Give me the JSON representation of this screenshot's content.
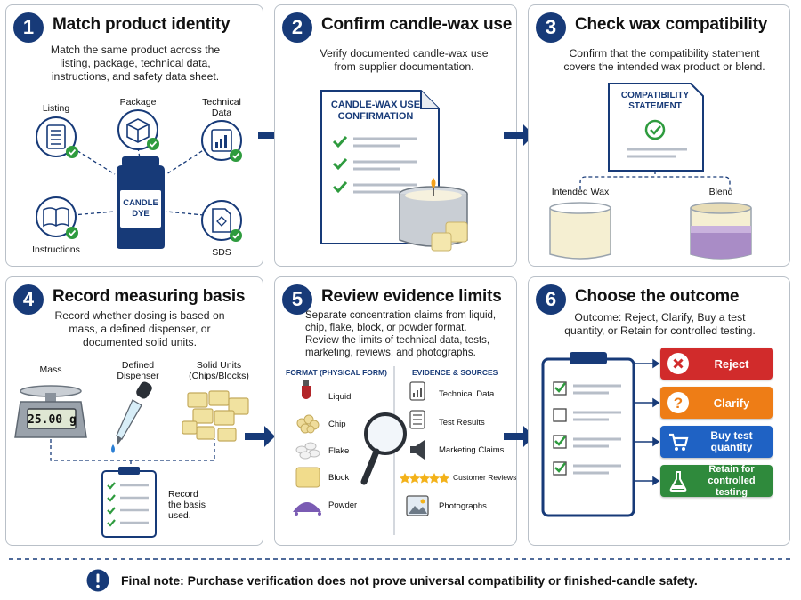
{
  "panels": [
    {
      "number": "1",
      "title": "Match product identity",
      "description": "Match the same product across the listing, package, technical data, instructions, and safety data sheet.",
      "labels": {
        "listing": "Listing",
        "package": "Package",
        "technical": "Technical\nData",
        "instructions": "Instructions",
        "sds": "SDS",
        "jar": "CANDLE\nDYE"
      }
    },
    {
      "number": "2",
      "title": "Confirm candle-wax use",
      "description": "Verify documented candle-wax use from supplier documentation.",
      "doc_title": "CANDLE-WAX USE\nCONFIRMATION"
    },
    {
      "number": "3",
      "title": "Check wax compatibility",
      "description": "Confirm that the compatibility statement covers the intended wax product or blend.",
      "doc_title": "COMPATIBILITY\nSTATEMENT",
      "left_label": "Intended Wax",
      "right_label": "Blend"
    },
    {
      "number": "4",
      "title": "Record measuring basis",
      "description": "Record whether dosing is based on mass, a defined dispenser, or documented solid units.",
      "mass": "Mass",
      "dispenser": "Defined\nDispenser",
      "solid": "Solid Units\n(Chips/Blocks)",
      "scale_reading": "25.00 g",
      "record": "Record\nthe basis\nused."
    },
    {
      "number": "5",
      "title": "Review evidence limits",
      "description": "Separate concentration claims from liquid, chip, flake, block, or powder format. Review the limits of technical data, tests, marketing, reviews, and photographs.",
      "format_header": "FORMAT (PHYSICAL FORM)",
      "evidence_header": "EVIDENCE & SOURCES",
      "formats": [
        "Liquid",
        "Chip",
        "Flake",
        "Block",
        "Powder"
      ],
      "evidence": [
        "Technical Data",
        "Test Results",
        "Marketing Claims",
        "Customer Reviews",
        "Photographs"
      ]
    },
    {
      "number": "6",
      "title": "Choose the outcome",
      "description": "Outcome: Reject, Clarify, Buy a test quantity, or Retain for controlled testing.",
      "outcomes": [
        {
          "label": "Reject",
          "color": "#d12b2b"
        },
        {
          "label": "Clarify",
          "color": "#ee7d16"
        },
        {
          "label": "Buy test\nquantity",
          "color": "#1f62c4"
        },
        {
          "label": "Retain for\ncontrolled testing",
          "color": "#2f8a3c"
        }
      ]
    }
  ],
  "footer": {
    "note": "Final note: Purchase verification does not prove universal compatibility or finished-candle safety."
  },
  "colors": {
    "navy": "#173a78",
    "check_green": "#2e9b3e",
    "border": "#b9c0c8"
  }
}
